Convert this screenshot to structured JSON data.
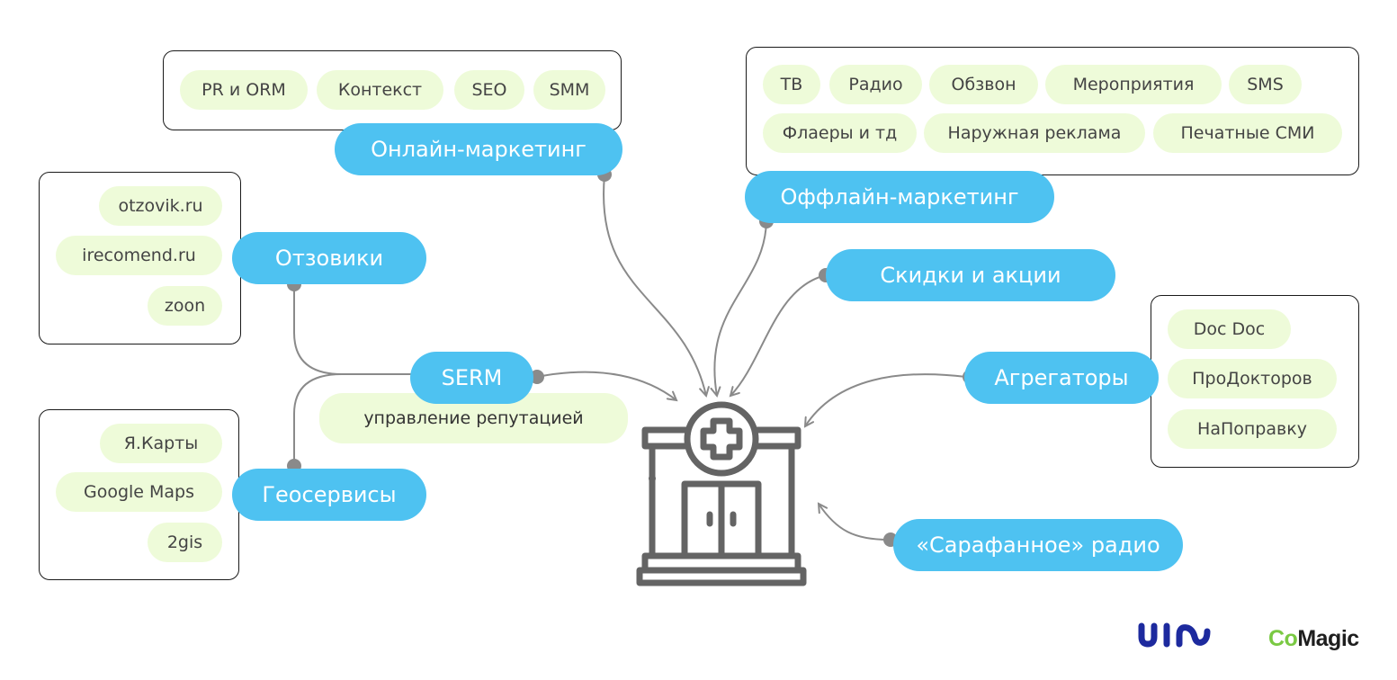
{
  "center": {
    "icon": "clinic-building-icon"
  },
  "online": {
    "label": "Онлайн-маркетинг",
    "items": [
      "PR и ORM",
      "Контекст",
      "SEO",
      "SMM"
    ]
  },
  "offline": {
    "label": "Оффлайн-маркетинг",
    "items_row1": [
      "ТВ",
      "Радио",
      "Обзвон",
      "Мероприятия",
      "SMS"
    ],
    "items_row2": [
      "Флаеры и тд",
      "Наружная реклама",
      "Печатные СМИ"
    ]
  },
  "otzoviki": {
    "label": "Отзовики",
    "items": [
      "otzovik.ru",
      "irecomend.ru",
      "zoon"
    ]
  },
  "serm": {
    "label": "SERM",
    "description": "управление репутацией"
  },
  "geo": {
    "label": "Геосервисы",
    "items": [
      "Я.Карты",
      "Google Maps",
      "2gis"
    ]
  },
  "discounts": {
    "label": "Скидки и акции"
  },
  "aggregators": {
    "label": "Агрегаторы",
    "items": [
      "Doc Doc",
      "ПроДокторов",
      "НаПоправку"
    ]
  },
  "word_of_mouth": {
    "label": "«Сарафанное» радио"
  },
  "logos": {
    "uis": "uis",
    "comagic_co": "Co",
    "comagic_rest": "Magic"
  },
  "colors": {
    "node": "#4ec2f1",
    "chip": "#eefbd9",
    "line": "#8a8a8a",
    "icon": "#646464"
  }
}
